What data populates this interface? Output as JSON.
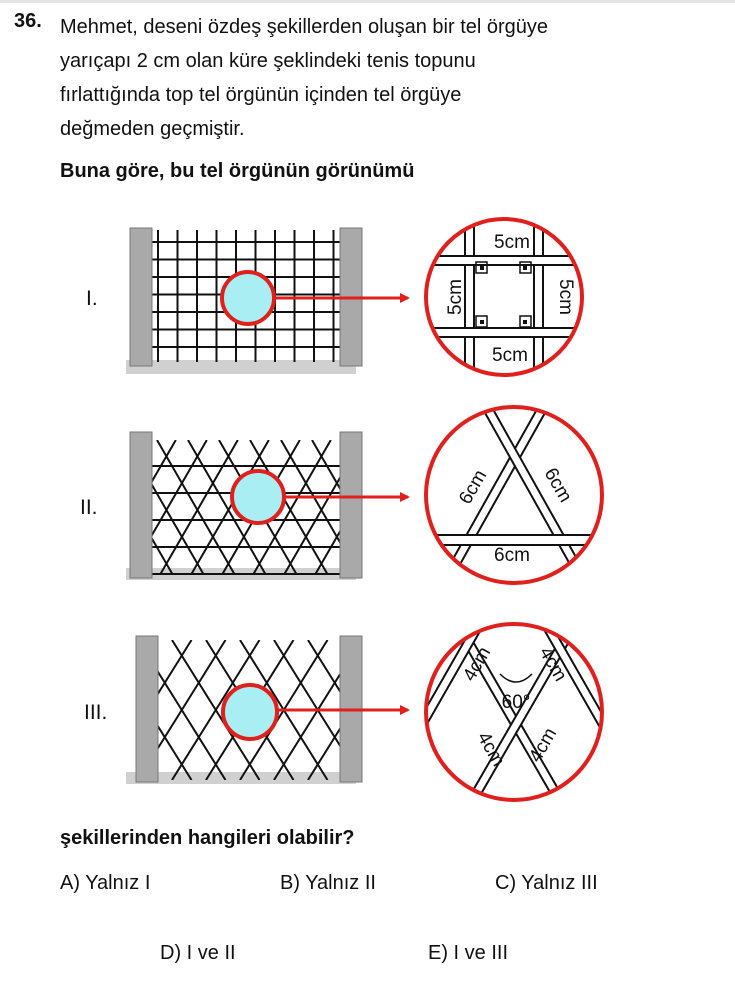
{
  "question": {
    "number": "36.",
    "lines": [
      "Mehmet, deseni özdeş şekillerden oluşan bir tel örgüye",
      "yarıçapı 2 cm olan küre şeklindeki tenis topunu",
      "fırlattığında top tel örgünün içinden tel örgüye",
      "değmeden geçmiştir."
    ],
    "prompt": "Buna göre, bu tel örgünün görünümü",
    "outro": "şekillerinden hangileri olabilir?"
  },
  "figures": {
    "row_labels": [
      "I.",
      "II.",
      "III."
    ],
    "zoom_labels": {
      "I": {
        "top": "5cm",
        "bottom": "5cm",
        "left": "5cm",
        "right": "5cm"
      },
      "II": {
        "left": "6cm",
        "right": "6cm",
        "bottom": "6cm"
      },
      "III": {
        "top_left": "4cm",
        "top_right": "4cm",
        "angle": "60°",
        "bottom_left": "4cm",
        "bottom_right": "4cm"
      }
    },
    "colors": {
      "ring": "#e0201c",
      "ball": "#a9eef3",
      "post": "#a9a9a9",
      "arrow": "#e0201c"
    }
  },
  "options": {
    "A": "A) Yalnız I",
    "B": "B) Yalnız II",
    "C": "C) Yalnız III",
    "D": "D) I ve II",
    "E": "E) I ve III"
  }
}
